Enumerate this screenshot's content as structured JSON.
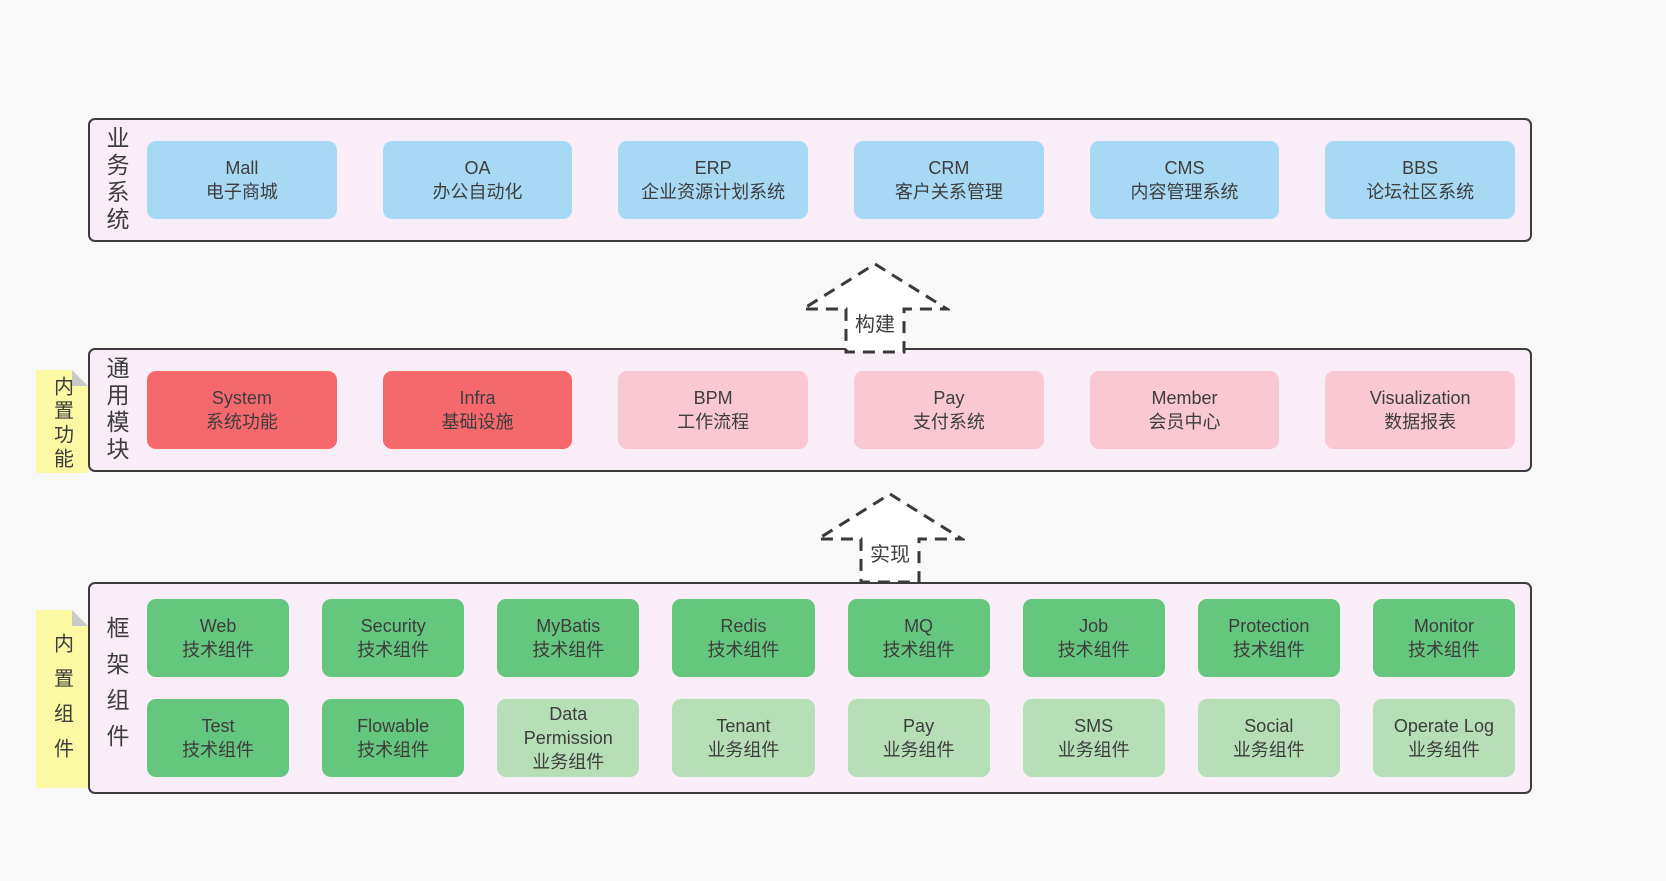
{
  "colors": {
    "page_bg": "#f8f8f8",
    "container_bg": "#f9eef7",
    "container_border": "#3c3c3c",
    "blue": "#a7d9f4",
    "red": "#f5696d",
    "pink": "#f9c8d2",
    "green": "#65c67d",
    "green_light": "#b6dfb8",
    "note_bg": "#fbf9a4",
    "note_fold": "#c9c9c9",
    "text": "#3d3d3d",
    "arrow": "#3a3a3a"
  },
  "layers": [
    {
      "id": "business-systems",
      "label": "业务系统",
      "boxes": [
        [
          {
            "title": "Mall",
            "subtitle": "电子商城",
            "color": "blue"
          },
          {
            "title": "OA",
            "subtitle": "办公自动化",
            "color": "blue"
          },
          {
            "title": "ERP",
            "subtitle": "企业资源计划系统",
            "color": "blue"
          },
          {
            "title": "CRM",
            "subtitle": "客户关系管理",
            "color": "blue"
          },
          {
            "title": "CMS",
            "subtitle": "内容管理系统",
            "color": "blue"
          },
          {
            "title": "BBS",
            "subtitle": "论坛社区系统",
            "color": "blue"
          }
        ]
      ]
    },
    {
      "id": "common-modules",
      "label": "通用模块",
      "note": "内置功能",
      "boxes": [
        [
          {
            "title": "System",
            "subtitle": "系统功能",
            "color": "red"
          },
          {
            "title": "Infra",
            "subtitle": "基础设施",
            "color": "red"
          },
          {
            "title": "BPM",
            "subtitle": "工作流程",
            "color": "pink"
          },
          {
            "title": "Pay",
            "subtitle": "支付系统",
            "color": "pink"
          },
          {
            "title": "Member",
            "subtitle": "会员中心",
            "color": "pink"
          },
          {
            "title": "Visualization",
            "subtitle": "数据报表",
            "color": "pink"
          }
        ]
      ]
    },
    {
      "id": "framework-components",
      "label": "框架组件",
      "note": "内置组件",
      "boxes": [
        [
          {
            "title": "Web",
            "subtitle": "技术组件",
            "color": "green"
          },
          {
            "title": "Security",
            "subtitle": "技术组件",
            "color": "green"
          },
          {
            "title": "MyBatis",
            "subtitle": "技术组件",
            "color": "green"
          },
          {
            "title": "Redis",
            "subtitle": "技术组件",
            "color": "green"
          },
          {
            "title": "MQ",
            "subtitle": "技术组件",
            "color": "green"
          },
          {
            "title": "Job",
            "subtitle": "技术组件",
            "color": "green"
          },
          {
            "title": "Protection",
            "subtitle": "技术组件",
            "color": "green"
          },
          {
            "title": "Monitor",
            "subtitle": "技术组件",
            "color": "green"
          }
        ],
        [
          {
            "title": "Test",
            "subtitle": "技术组件",
            "color": "green"
          },
          {
            "title": "Flowable",
            "subtitle": "技术组件",
            "color": "green"
          },
          {
            "title": "Data Permission",
            "subtitle": "业务组件",
            "color": "green_light"
          },
          {
            "title": "Tenant",
            "subtitle": "业务组件",
            "color": "green_light"
          },
          {
            "title": "Pay",
            "subtitle": "业务组件",
            "color": "green_light"
          },
          {
            "title": "SMS",
            "subtitle": "业务组件",
            "color": "green_light"
          },
          {
            "title": "Social",
            "subtitle": "业务组件",
            "color": "green_light"
          },
          {
            "title": "Operate Log",
            "subtitle": "业务组件",
            "color": "green_light"
          }
        ]
      ]
    }
  ],
  "arrows": [
    {
      "id": "build",
      "label": "构建"
    },
    {
      "id": "implement",
      "label": "实现"
    }
  ]
}
